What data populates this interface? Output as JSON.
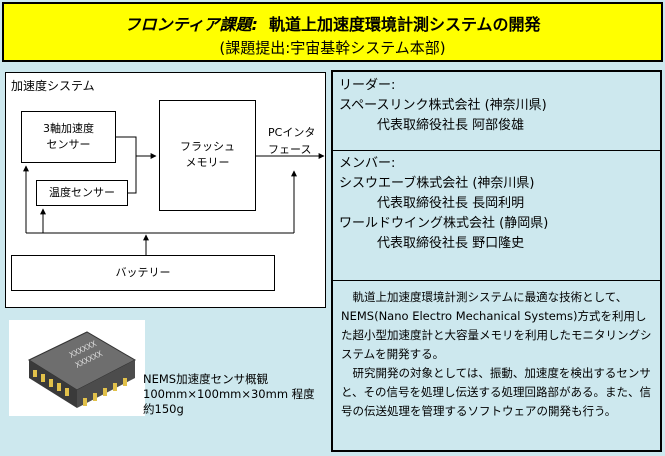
{
  "header": {
    "title_prefix": "フロンティア課題:",
    "title_main": "軌道上加速度環境計測システムの開発",
    "subtitle": "(課題提出:宇宙基幹システム本部)"
  },
  "diagram": {
    "system_label": "加速度システム",
    "sensor_3axis": [
      "3軸加速度",
      "センサー"
    ],
    "temp_sensor": "温度センサー",
    "flash_memory": [
      "フラッシュ",
      "メモリー"
    ],
    "pc_interface": [
      "PCインタ",
      "フェース"
    ],
    "battery": "バッテリー"
  },
  "leader": {
    "heading": "リーダー:",
    "company": "スペースリンク株式会社 (神奈川県)",
    "person": "代表取締役社長 阿部俊雄"
  },
  "members": {
    "heading": "メンバー:",
    "company1": "シスウエーブ株式会社 (神奈川県)",
    "person1": "代表取締役社長 長岡利明",
    "company2": "ワールドウイング株式会社 (静岡県)",
    "person2": "代表取締役社長 野口隆史"
  },
  "description": {
    "para1": "軌道上加速度環境計測システムに最適な技術として、NEMS(Nano Electro Mechanical Systems)方式を利用した超小型加速度計と大容量メモリを利用したモニタリングシステムを開発する。",
    "para2": "研究開発の対象としては、振動、加速度を検出するセンサと、その信号を処理し伝送する処理回路部がある。また、信号の伝送処理を管理するソフトウェアの開発も行う。"
  },
  "photo": {
    "chip_text": [
      "XXXXXX",
      "XXXXXX"
    ],
    "caption_line1": "NEMS加速度センサ概観",
    "caption_line2": "100mm×100mm×30mm 程度",
    "caption_line3": "約150g"
  }
}
